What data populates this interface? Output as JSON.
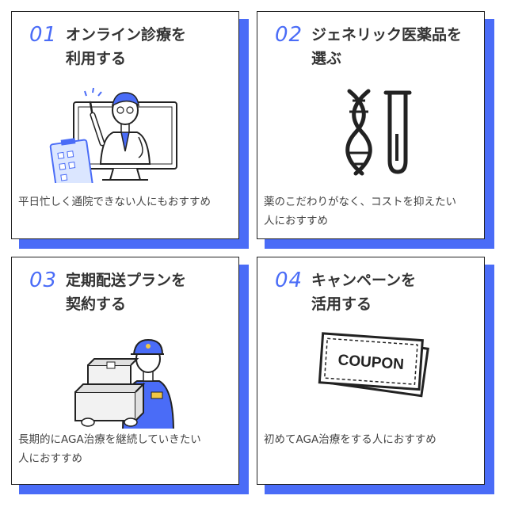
{
  "cards": [
    {
      "number": "01",
      "title_line1": "オンライン診療を",
      "title_line2": "利用する",
      "desc_line1": "平日忙しく通院できない人にもおすすめ",
      "desc_line2": "",
      "icon": "doctor-online-icon"
    },
    {
      "number": "02",
      "title_line1": "ジェネリック医薬品を",
      "title_line2": "選ぶ",
      "desc_line1": "薬のこだわりがなく、コストを抑えたい",
      "desc_line2": "人におすすめ",
      "icon": "dna-testtube-icon"
    },
    {
      "number": "03",
      "title_line1": "定期配送プランを",
      "title_line2": "契約する",
      "desc_line1": "長期的にAGA治療を継続していきたい",
      "desc_line2": "人におすすめ",
      "icon": "delivery-person-icon"
    },
    {
      "number": "04",
      "title_line1": "キャンペーンを",
      "title_line2": "活用する",
      "desc_line1": "初めてAGA治療をする人におすすめ",
      "desc_line2": "",
      "icon": "coupon-icon",
      "coupon_text": "COUPON"
    }
  ],
  "colors": {
    "accent": "#4a6cf7",
    "text": "#333333",
    "border": "#222222"
  }
}
